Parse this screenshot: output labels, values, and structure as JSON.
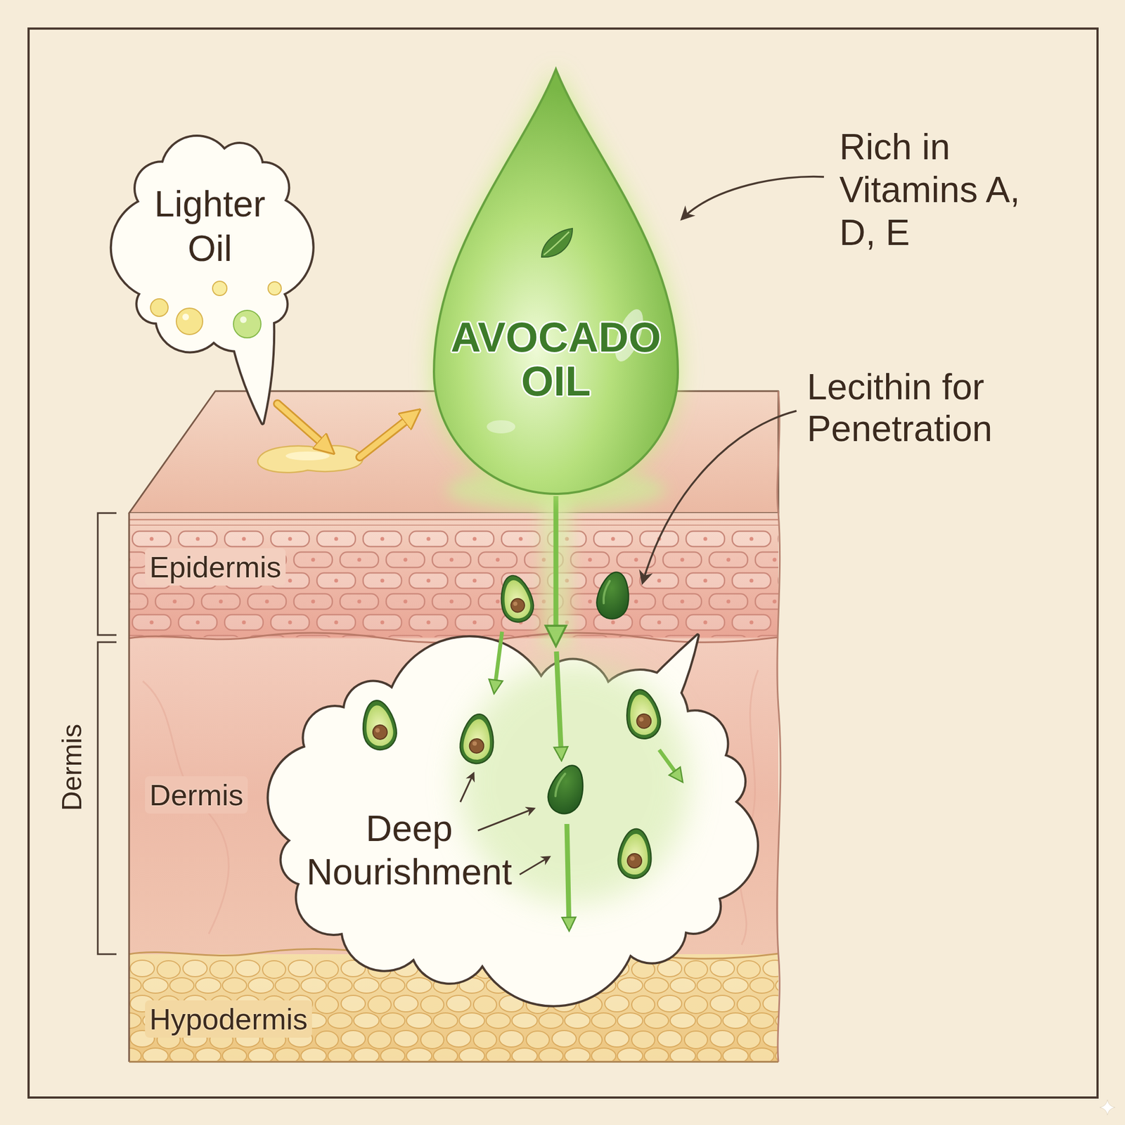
{
  "diagram": {
    "nodes": [
      {
        "text": [
          "Lighter Oil"
        ]
      },
      {
        "text": [
          "AVOCADO OIL"
        ]
      },
      {
        "text": [
          "Epidermis"
        ]
      },
      {
        "text": [
          "Dermis"
        ]
      },
      {
        "text": [
          "Deep Nourishment"
        ],
        "in": 3
      },
      {
        "text": [
          "Hypodermis"
        ]
      }
    ],
    "edges": [
      {
        "from": 1,
        "to": 4,
        "arrow": "to"
      }
    ],
    "labels": [
      "Rich in Vitamins A, D, E",
      "Lecithin for Penetration",
      "Dermis"
    ]
  }
}
